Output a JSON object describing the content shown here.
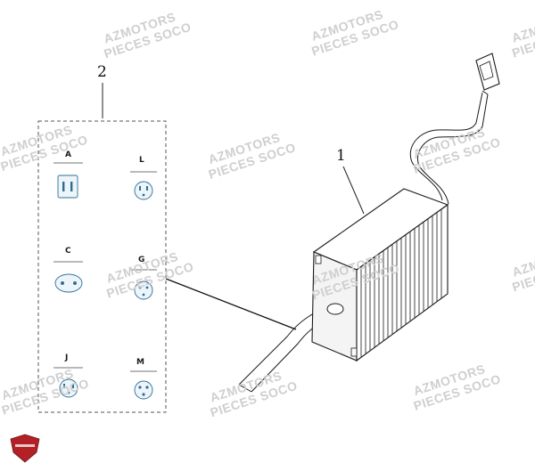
{
  "callouts": {
    "item_1": "1",
    "item_2": "2"
  },
  "plugs": [
    {
      "label": "A",
      "type": "two-flat-pin"
    },
    {
      "label": "L",
      "type": "three-pin"
    },
    {
      "label": "C",
      "type": "two-round-pin"
    },
    {
      "label": "G",
      "type": "three-pin"
    },
    {
      "label": "J",
      "type": "three-pin"
    },
    {
      "label": "M",
      "type": "three-pin"
    }
  ],
  "watermark": {
    "line1": "AZMOTORS",
    "line2": "PIECES SOCO"
  },
  "colors": {
    "plug_outline": "#2b6f96",
    "logo": "#b32026",
    "watermark": "#cfcfcf"
  },
  "icons": {
    "logo": "shield-logo-icon"
  }
}
